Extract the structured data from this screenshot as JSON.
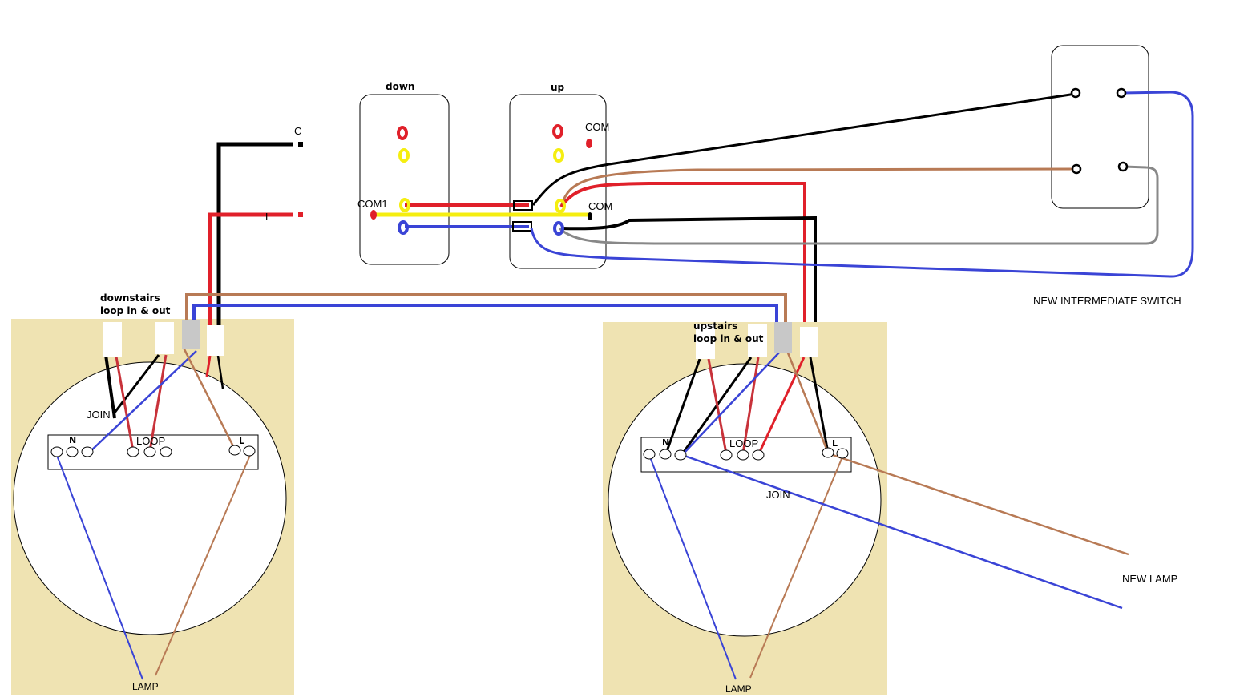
{
  "colors": {
    "red": "#e0202a",
    "black": "#000000",
    "brown": "#b87a55",
    "blue": "#3a44d6",
    "yellow": "#f5ee10",
    "grey": "#888888",
    "panel": "#efe3b2",
    "block": "#c8c8c8"
  },
  "switches": {
    "down": {
      "label": "down",
      "com1_label": "COM1"
    },
    "up": {
      "label": "up",
      "com_top_label": "COM",
      "com_mid_label": "COM"
    },
    "intermediate": {
      "label": "NEW INTERMEDIATE SWITCH"
    }
  },
  "feed": {
    "c_label": "C",
    "l_label": "L"
  },
  "downstairs": {
    "title_line1": "downstairs",
    "title_line2": "loop in & out",
    "join_label": "JOIN",
    "n_label": "N",
    "loop_label": "LOOP",
    "l_label": "L",
    "lamp_label": "LAMP"
  },
  "upstairs": {
    "title_line1": "upstairs",
    "title_line2": "loop in & out",
    "join_label": "JOIN",
    "n_label": "N",
    "loop_label": "LOOP",
    "l_label": "L",
    "lamp_label": "LAMP"
  },
  "new_lamp": {
    "label": "NEW LAMP"
  }
}
